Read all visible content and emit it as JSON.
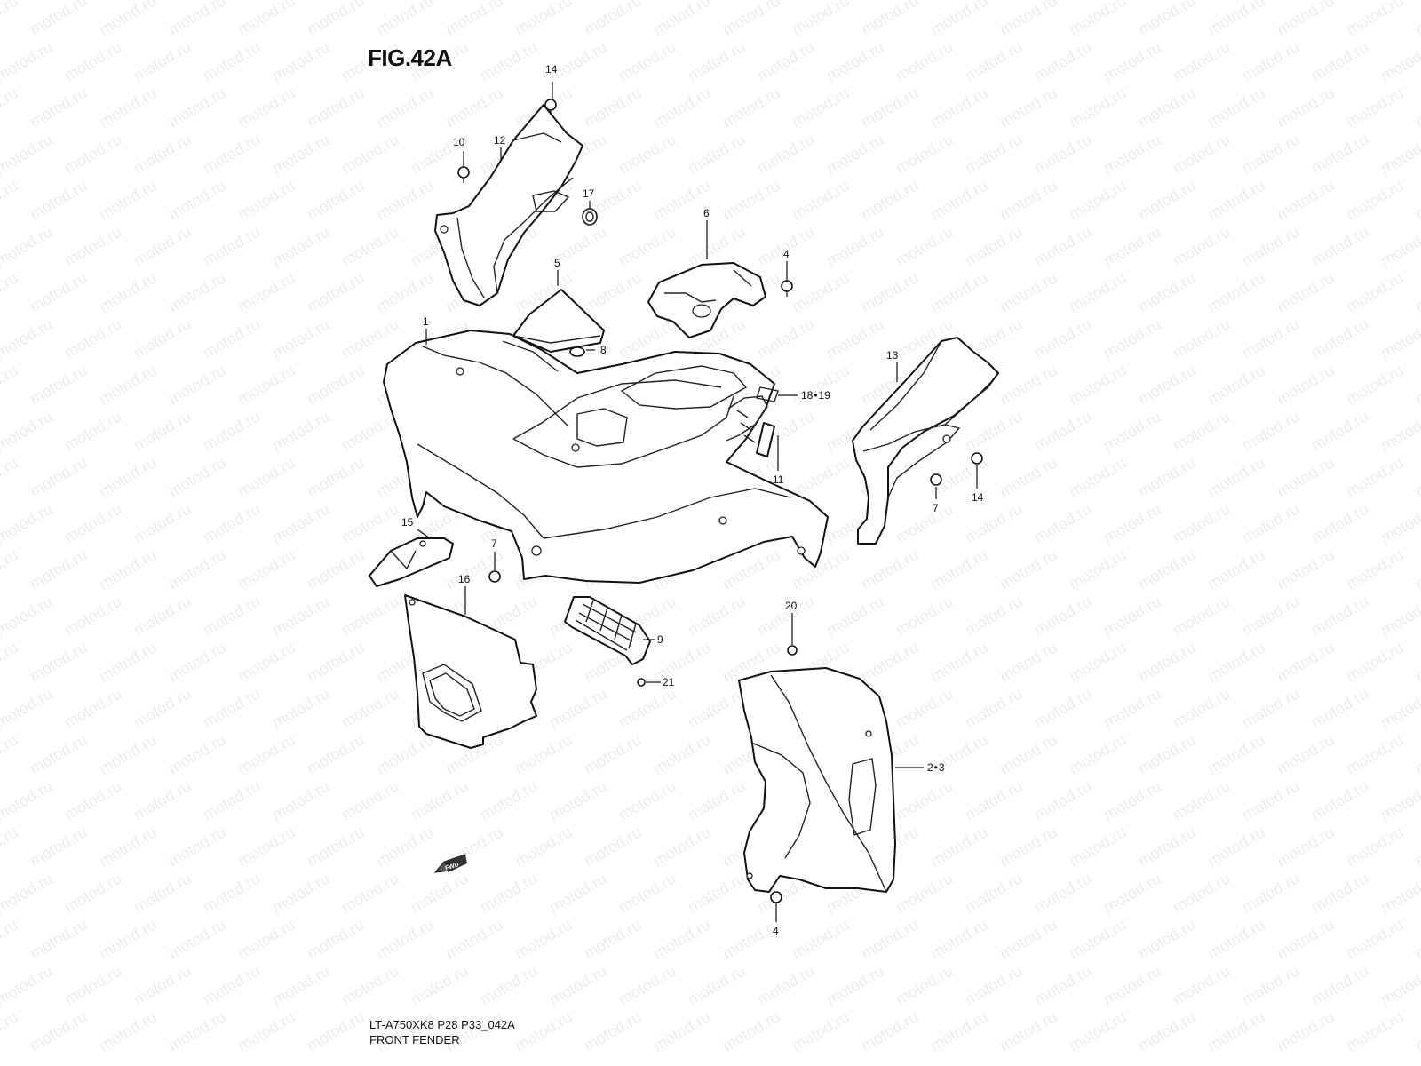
{
  "figure": {
    "title": "FIG.42A",
    "model_code": "LT-A750XK8 P28 P33_042A",
    "section_name": "FRONT FENDER"
  },
  "watermark_text": "motod.ru",
  "direction_badge": "FWD",
  "callouts": [
    {
      "id": "c14a",
      "label": "14"
    },
    {
      "id": "c10",
      "label": "10"
    },
    {
      "id": "c12",
      "label": "12"
    },
    {
      "id": "c17",
      "label": "17"
    },
    {
      "id": "c5",
      "label": "5"
    },
    {
      "id": "c6",
      "label": "6"
    },
    {
      "id": "c4a",
      "label": "4"
    },
    {
      "id": "c1",
      "label": "1"
    },
    {
      "id": "c8",
      "label": "8"
    },
    {
      "id": "c13",
      "label": "13"
    },
    {
      "id": "c18",
      "label": "18 • 19"
    },
    {
      "id": "c11",
      "label": "11"
    },
    {
      "id": "c7a",
      "label": "7"
    },
    {
      "id": "c14b",
      "label": "14"
    },
    {
      "id": "c15",
      "label": "15"
    },
    {
      "id": "c7b",
      "label": "7"
    },
    {
      "id": "c16",
      "label": "16"
    },
    {
      "id": "c9",
      "label": "9"
    },
    {
      "id": "c20",
      "label": "20"
    },
    {
      "id": "c21",
      "label": "21"
    },
    {
      "id": "c23",
      "label": "2 • 3"
    },
    {
      "id": "c4b",
      "label": "4"
    }
  ],
  "colors": {
    "line": "#111111",
    "background": "#ffffff",
    "watermark": "#000000"
  }
}
